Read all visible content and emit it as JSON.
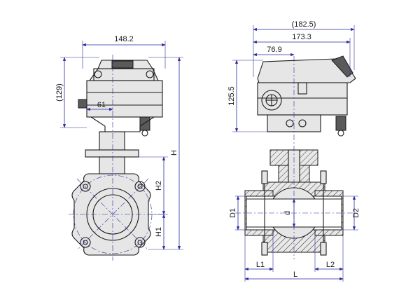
{
  "dimensions": {
    "front_width": "148.2",
    "front_height_ref": "(129)",
    "front_offset": "61",
    "total_height": "H",
    "h2": "H2",
    "h1": "H1",
    "side_overall_ref": "(182.5)",
    "side_width": "173.3",
    "side_offset": "76.9",
    "side_height": "125.5",
    "d1": "D1",
    "d": "d",
    "d2": "D2",
    "l1": "L1",
    "l2": "L2",
    "l": "L"
  },
  "colors": {
    "dimension_line": "#2a2aa0",
    "outline": "#1a1a1a",
    "body_fill": "#e6e6e6"
  }
}
